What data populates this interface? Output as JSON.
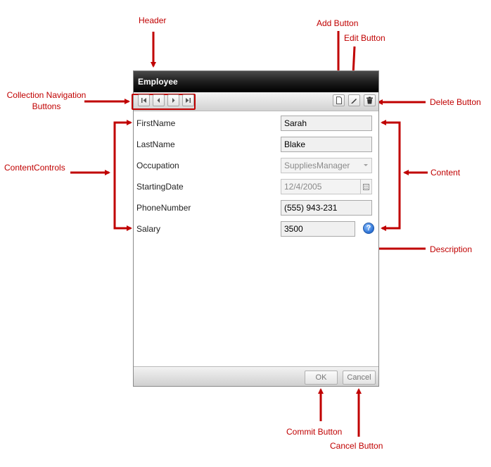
{
  "annotations": {
    "header": "Header",
    "add_button": "Add Button",
    "edit_button": "Edit Button",
    "delete_button": "Delete Button",
    "collection_nav_line1": "Collection Navigation",
    "collection_nav_line2": "Buttons",
    "content_controls": "ContentControls",
    "content": "Content",
    "description": "Description",
    "commit_button": "Commit Button",
    "cancel_button": "Cancel Button"
  },
  "form": {
    "title": "Employee",
    "toolbar": {
      "nav_icons": [
        "first-icon",
        "previous-icon",
        "next-icon",
        "last-icon"
      ],
      "action_icons": [
        "add-icon",
        "edit-icon",
        "delete-icon"
      ]
    },
    "fields": [
      {
        "label": "FirstName",
        "value": "Sarah"
      },
      {
        "label": "LastName",
        "value": "Blake"
      },
      {
        "label": "Occupation",
        "value": "SuppliesManager"
      },
      {
        "label": "StartingDate",
        "value": "12/4/2005"
      },
      {
        "label": "PhoneNumber",
        "value": "(555) 943-231"
      },
      {
        "label": "Salary",
        "value": "3500"
      }
    ],
    "description_icon": "?",
    "ok_label": "OK",
    "cancel_label": "Cancel"
  },
  "colors": {
    "annotation": "#c00000",
    "header_bg": "#000000",
    "help_icon": "#2a6fd3"
  }
}
